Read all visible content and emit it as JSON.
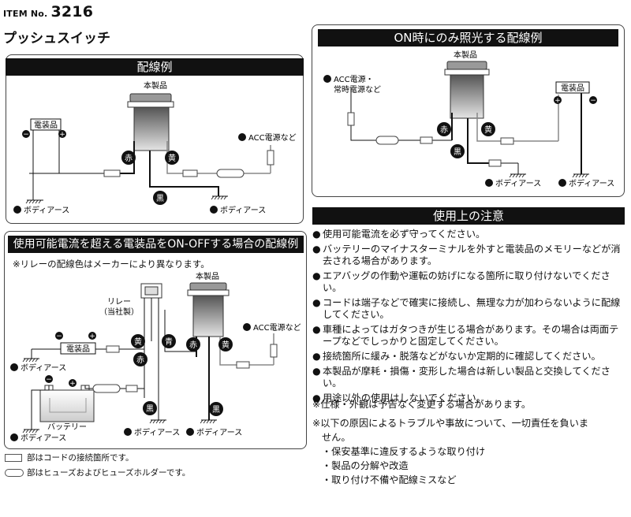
{
  "header": {
    "item_label": "ITEM No.",
    "item_number": "3216",
    "product_name": "プッシュスイッチ"
  },
  "diagram1": {
    "title": "配線例",
    "product": "本製品",
    "device": "電装品",
    "acc": "ACC電源など",
    "ground": "ボディアース",
    "red": "赤",
    "yellow": "黄",
    "black": "黒"
  },
  "diagram2": {
    "title": "ON時にのみ照光する配線例",
    "product": "本製品",
    "acc_line1": "ACC電源・",
    "acc_line2": "常時電源など",
    "device": "電装品",
    "ground": "ボディアース",
    "red": "赤",
    "yellow": "黄",
    "black": "黒"
  },
  "diagram3": {
    "title": "使用可能電流を超える電装品をON-OFFする場合の配線例",
    "note": "※リレーの配線色はメーカーにより異なります。",
    "relay_line1": "リレー",
    "relay_line2": "（当社製）",
    "product": "本製品",
    "device": "電装品",
    "battery": "バッテリー",
    "acc": "ACC電源など",
    "ground": "ボディアース",
    "red": "赤",
    "yellow": "黄",
    "black": "黒",
    "blue": "青"
  },
  "legend": {
    "connector": "部はコードの接続箇所です。",
    "fuse": "部はヒューズおよびヒューズホルダーです。"
  },
  "precautions": {
    "title": "使用上の注意",
    "items": [
      "使用可能電流を必ず守ってください。",
      "バッテリーのマイナスターミナルを外すと電装品のメモリーなどが消去される場合があります。",
      "エアバッグの作動や運転の妨げになる箇所に取り付けないでください。",
      "コードは端子などで確実に接続し、無理な力が加わらないように配線してください。",
      "車種によってはガタつきが生じる場合があります。その場合は両面テープなどでしっかりと固定してください。",
      "接続箇所に緩み・脱落などがないか定期的に確認してください。",
      "本製品が摩耗・損傷・変形した場合は新しい製品と交換してください。",
      "用途以外の使用はしないでください。"
    ],
    "bullet": "●"
  },
  "footnotes": {
    "spec": "※仕様・外観は予告なく変更する場合があります。",
    "liability_line1": "※以下の原因によるトラブルや事故について、一切責任を負いま",
    "liability_line2": "せん。",
    "causes": [
      "・保安基準に違反するような取り付け",
      "・製品の分解や改造",
      "・取り付け不備や配線ミスなど"
    ]
  },
  "symbols": {
    "plus": "+",
    "minus": "−"
  }
}
